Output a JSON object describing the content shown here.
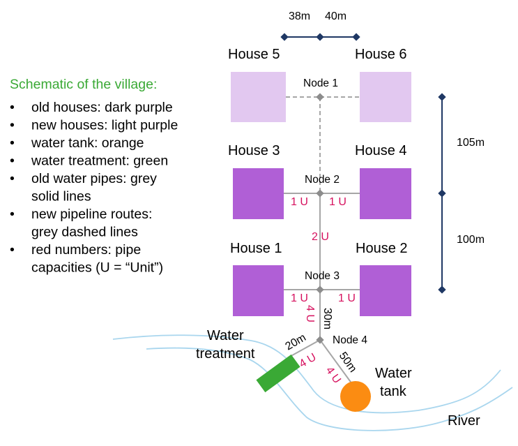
{
  "legend": {
    "title": "Schematic of the village:",
    "title_color": "#3aa935",
    "items": [
      [
        "old houses: dark purple"
      ],
      [
        "new houses: light purple"
      ],
      [
        "water tank: orange"
      ],
      [
        "water treatment: green"
      ],
      [
        "old water pipes: grey",
        "solid lines"
      ],
      [
        "new pipeline routes:",
        "grey dashed lines"
      ],
      [
        "red numbers: pipe",
        "capacities (U = “Unit”)"
      ]
    ]
  },
  "colors": {
    "old_house": "#b05fd6",
    "new_house": "#e2c8f0",
    "water_tank": "#fb8c12",
    "water_treatment": "#3aa935",
    "pipe": "#a6a6a6",
    "capacity": "#d6115e",
    "river": "#a9d6ee",
    "dimension": "#1f3864"
  },
  "houses": {
    "house1": "House 1",
    "house2": "House 2",
    "house3": "House 3",
    "house4": "House 4",
    "house5": "House 5",
    "house6": "House 6"
  },
  "nodes": {
    "node1": "Node 1",
    "node2": "Node 2",
    "node3": "Node 3",
    "node4": "Node 4"
  },
  "capacities": {
    "n2_left": "1 U",
    "n2_right": "1 U",
    "n2_n3": "2 U",
    "n3_left": "1 U",
    "n3_right": "1 U",
    "n3_n4": "4 U",
    "n4_treatment": "4 U",
    "n4_tank": "4 U"
  },
  "dimensions": {
    "top_left": "38m",
    "top_right": "40m",
    "vert_upper": "105m",
    "vert_lower": "100m",
    "n3_n4": "30m",
    "n4_treatment": "20m",
    "n4_tank": "50m"
  },
  "labels": {
    "treatment_line1": "Water",
    "treatment_line2": "treatment",
    "tank_line1": "Water",
    "tank_line2": "tank",
    "river": "River"
  }
}
